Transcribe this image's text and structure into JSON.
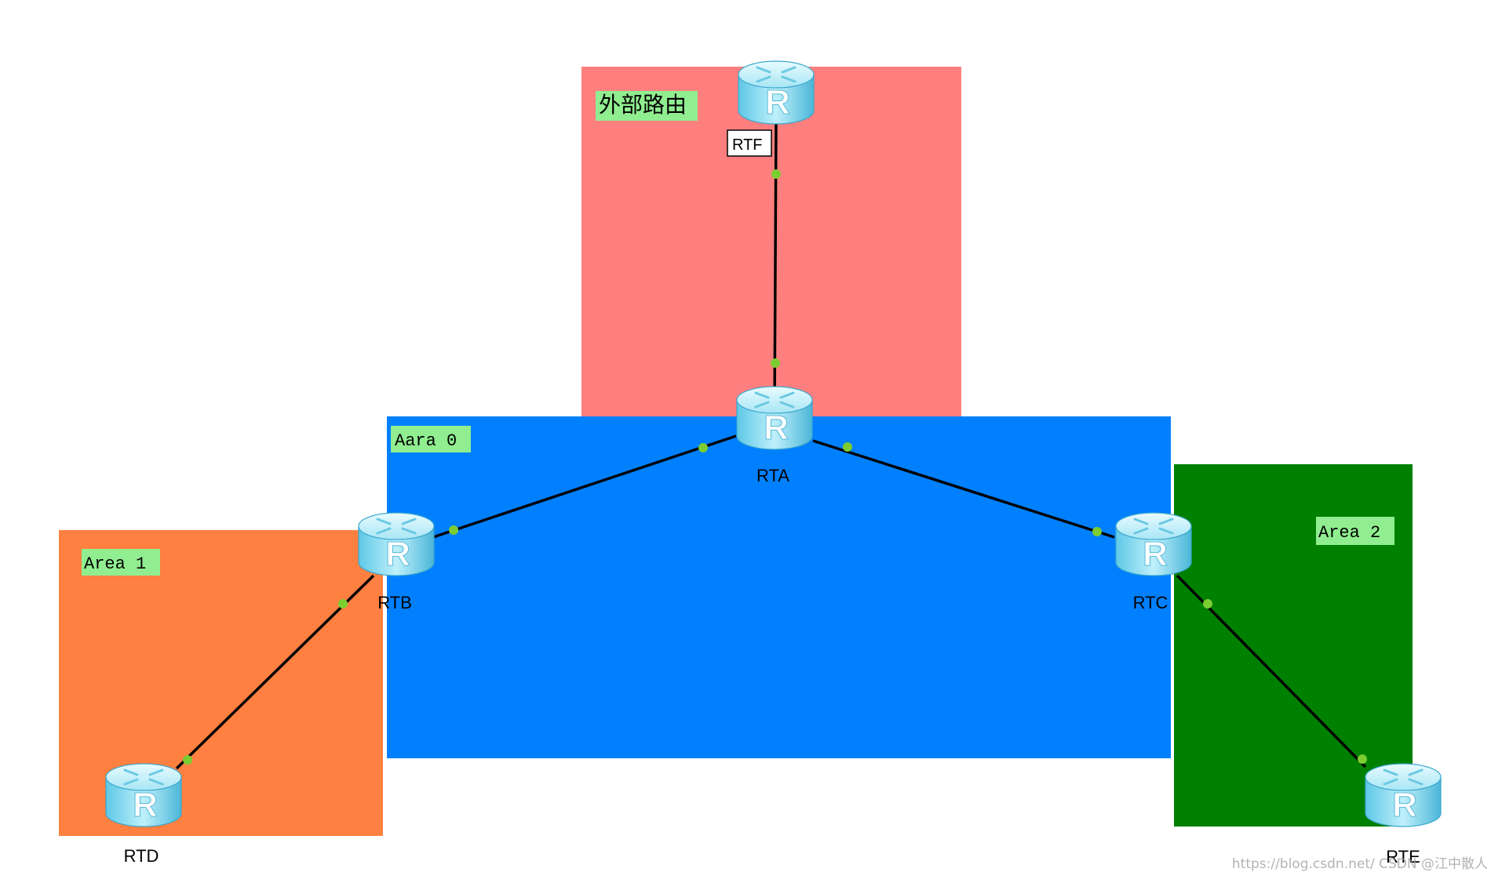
{
  "diagram": {
    "areas": [
      {
        "id": "external",
        "fill": "#ff7f7f",
        "label": "外部路由"
      },
      {
        "id": "area0",
        "fill": "#0080ff",
        "label": "Aara 0"
      },
      {
        "id": "area1",
        "fill": "#ff8040",
        "label": "Area 1"
      },
      {
        "id": "area2",
        "fill": "#008000",
        "label": "Area 2"
      }
    ],
    "label_bg": "#90ee90",
    "routers": [
      {
        "id": "RTF",
        "label": "RTF",
        "boxed": true
      },
      {
        "id": "RTA",
        "label": "RTA"
      },
      {
        "id": "RTB",
        "label": "RTB"
      },
      {
        "id": "RTC",
        "label": "RTC"
      },
      {
        "id": "RTD",
        "label": "RTD"
      },
      {
        "id": "RTE",
        "label": "RTE"
      }
    ],
    "links": [
      {
        "from": "RTF",
        "to": "RTA"
      },
      {
        "from": "RTA",
        "to": "RTB"
      },
      {
        "from": "RTA",
        "to": "RTC"
      },
      {
        "from": "RTB",
        "to": "RTD"
      },
      {
        "from": "RTC",
        "to": "RTE"
      }
    ],
    "port_dot_color": "#7ccd32",
    "router_icon": "router-cylinder-icon",
    "router_glyph": "R"
  },
  "watermark": "https://blog.csdn.net/  CSDN @江中散人"
}
